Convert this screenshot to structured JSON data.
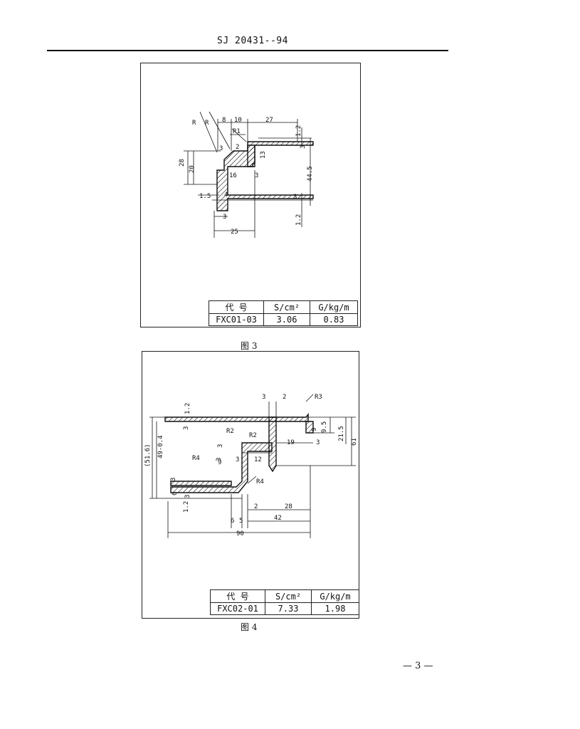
{
  "header": {
    "standard_code": "SJ 20431--94"
  },
  "figure3": {
    "caption": "图 3",
    "dims": [
      "R",
      "R",
      "8",
      "10",
      "27",
      "R1",
      "1.2",
      "3",
      "2",
      "13",
      "3",
      "28",
      "20",
      "16",
      "3",
      "44.5",
      "1.5",
      "4",
      "3",
      "3",
      "1.2",
      "25"
    ],
    "table": {
      "headers": [
        "代 号",
        "S/cm²",
        "G/kg/m"
      ],
      "row": [
        "FXC01-03",
        "3.06",
        "0.83"
      ]
    }
  },
  "figure4": {
    "caption": "图 4",
    "dims": [
      "3",
      "2",
      "R3",
      "1.2",
      "3",
      "9.5",
      "9",
      "21.5",
      "61",
      "R2",
      "R2",
      "3",
      "19",
      "3",
      "(51.6)",
      "49-0.4",
      "3",
      "9",
      "3",
      "12",
      "R4",
      "3",
      "R4",
      "6",
      "3",
      "1.2",
      "6",
      "5",
      "2",
      "28",
      "42",
      "90"
    ],
    "table": {
      "headers": [
        "代 号",
        "S/cm²",
        "G/kg/m"
      ],
      "row": [
        "FXC02-01",
        "7.33",
        "1.98"
      ]
    }
  },
  "page_number": "— 3 —"
}
